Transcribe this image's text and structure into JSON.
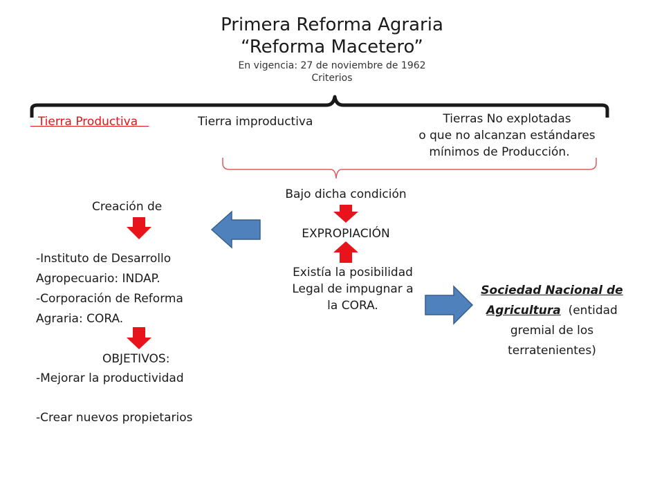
{
  "title": {
    "line1": "Primera Reforma Agraria",
    "line2": "“Reforma Macetero”",
    "vigencia": "En vigencia: 27 de noviembre de 1962",
    "criterios": "Criterios"
  },
  "criteria": {
    "productiva": "Tierra Productiva",
    "improductiva": "Tierra improductiva",
    "no_explotadas": [
      "Tierras No explotadas",
      "o que no alcanzan estándares",
      "mínimos de Producción."
    ]
  },
  "center": {
    "condicion": "Bajo dicha condición",
    "expropiacion": "EXPROPIACIÓN",
    "impugnar": [
      "Existía la posibilidad",
      "Legal de impugnar  a",
      "la CORA."
    ]
  },
  "left": {
    "creacion": "Creación de",
    "institutos": [
      "-Instituto de Desarrollo",
      "Agropecuario: INDAP.",
      "-Corporación de Reforma",
      "Agraria: CORA."
    ],
    "objetivos_label": "OBJETIVOS:",
    "objetivo1": "-Mejorar la productividad",
    "objetivo2": "-Crear nuevos propietarios"
  },
  "right": {
    "sna_bold_1": "Sociedad Nacional de",
    "sna_bold_2": "Agricultura",
    "sna_rest_2": "  (entidad",
    "sna_3": "gremial de los",
    "sna_4": "terratenientes)"
  },
  "colors": {
    "red_arrow": "#e8131b",
    "blue_arrow_fill": "#4f81bd",
    "blue_arrow_stroke": "#385d8a",
    "brace_black": "#1a1a1a",
    "brace_red": "#e05a5a",
    "accent_red_text": "#e8131b"
  }
}
